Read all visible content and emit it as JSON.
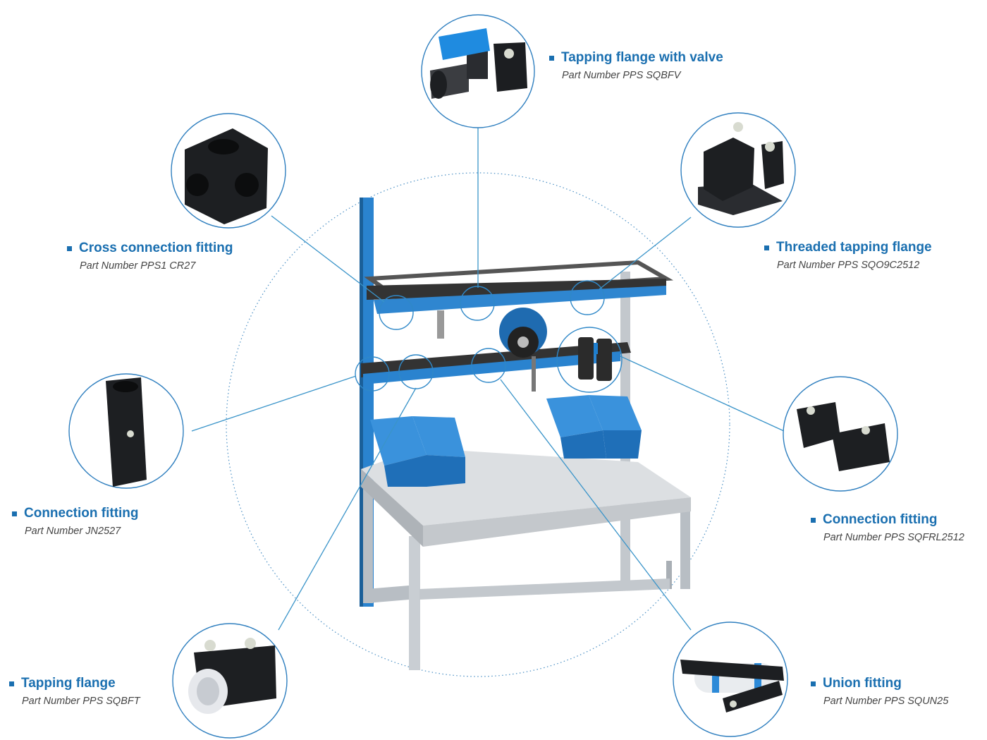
{
  "colors": {
    "accent": "#1a6fb0",
    "leader": "#3a94c9",
    "rail_blue": "#1f7fcf",
    "bin_blue": "#2a86d4",
    "frame_gray": "#b8bec4",
    "table_top": "#d6d9dc",
    "fitting_black": "#1d1f22"
  },
  "callouts": [
    {
      "id": "tapping-flange-with-valve",
      "title": "Tapping flange with valve",
      "part": "Part Number PPS SQBFV",
      "icon": "ball-valve-flange-icon"
    },
    {
      "id": "cross-connection-fitting",
      "title": "Cross connection fitting",
      "part": "Part Number PPS1 CR27",
      "icon": "cross-fitting-icon"
    },
    {
      "id": "threaded-tapping-flange",
      "title": "Threaded tapping flange",
      "part": "Part Number PPS SQO9C2512",
      "icon": "threaded-flange-icon"
    },
    {
      "id": "connection-fitting-left",
      "title": "Connection fitting",
      "part": "Part Number JN2527",
      "icon": "connection-block-icon"
    },
    {
      "id": "connection-fitting-right",
      "title": "Connection fitting",
      "part": "Part Number PPS SQFRL2512",
      "icon": "double-clamp-fitting-icon"
    },
    {
      "id": "tapping-flange",
      "title": "Tapping flange",
      "part": "Part Number PPS SQBFT",
      "icon": "tapping-flange-icon"
    },
    {
      "id": "union-fitting",
      "title": "Union fitting",
      "part": "Part Number PPS SQUN25",
      "icon": "union-fitting-icon"
    }
  ],
  "centerpiece": {
    "icon": "workbench-icon"
  }
}
